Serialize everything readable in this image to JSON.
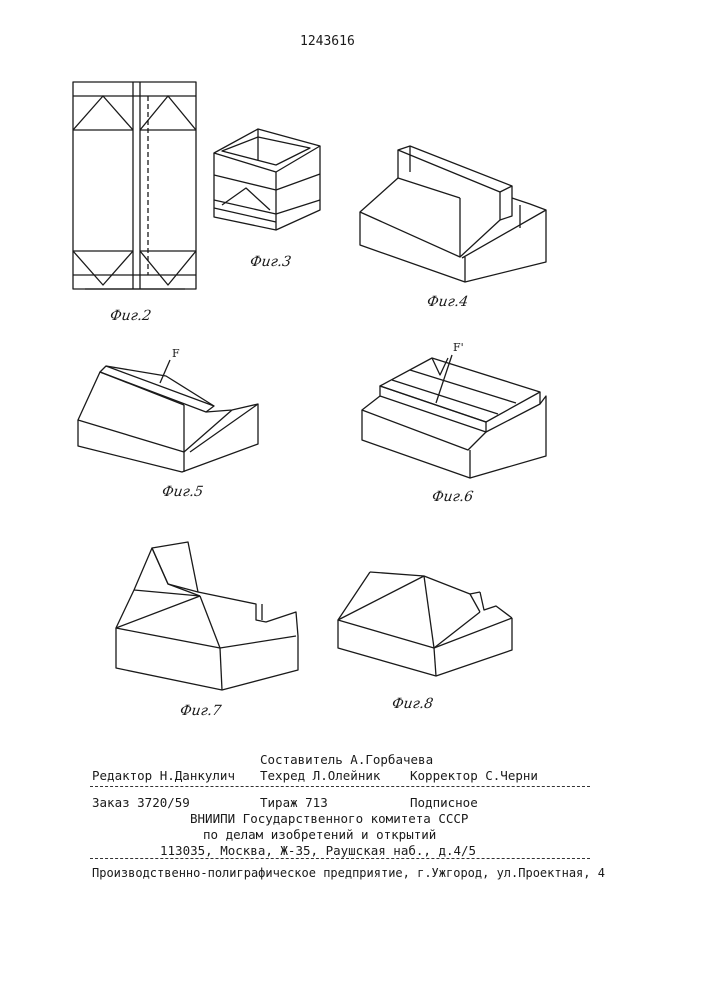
{
  "header": {
    "patent_number": "1243616"
  },
  "figures": [
    {
      "id": "fig2",
      "caption": "Фиг.2"
    },
    {
      "id": "fig3",
      "caption": "Фиг.3"
    },
    {
      "id": "fig4",
      "caption": "Фиг.4"
    },
    {
      "id": "fig5",
      "caption": "Фиг.5",
      "label": "F"
    },
    {
      "id": "fig6",
      "caption": "Фиг.6",
      "label": "F'"
    },
    {
      "id": "fig7",
      "caption": "Фиг.7"
    },
    {
      "id": "fig8",
      "caption": "Фиг.8"
    }
  ],
  "imprint": {
    "compiler": "Составитель А.Горбачева",
    "editor": "Редактор Н.Данкулич",
    "techred": "Техред Л.Олейник",
    "corrector": "Корректор С.Черни",
    "order": "Заказ 3720/59",
    "circulation": "Тираж 713",
    "subscription": "Подписное",
    "org_line1": "ВНИИПИ Государственного комитета СССР",
    "org_line2": "по делам изобретений и открытий",
    "address": "113035, Москва, Ж-35, Раушская наб., д.4/5",
    "printer": "Производственно-полиграфическое предприятие, г.Ужгород, ул.Проектная, 4"
  }
}
